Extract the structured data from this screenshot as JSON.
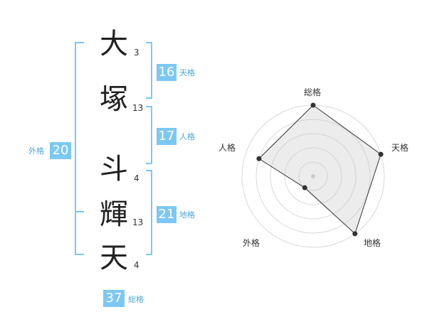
{
  "colors": {
    "accent": "#7cc8f4",
    "label": "#4da6d9",
    "text": "#222222"
  },
  "name": {
    "characters": [
      {
        "char": "大",
        "strokes": "3"
      },
      {
        "char": "塚",
        "strokes": "13"
      },
      {
        "char": "斗",
        "strokes": "4"
      },
      {
        "char": "輝",
        "strokes": "13"
      },
      {
        "char": "天",
        "strokes": "4"
      }
    ]
  },
  "fortunes": {
    "tenkaku": {
      "value": "16",
      "label": "天格"
    },
    "jinkaku": {
      "value": "17",
      "label": "人格"
    },
    "chikaku": {
      "value": "21",
      "label": "地格"
    },
    "gaikaku": {
      "value": "20",
      "label": "外格"
    },
    "soukaku": {
      "value": "37",
      "label": "総格"
    }
  },
  "radar": {
    "axes": [
      "総格",
      "天格",
      "地格",
      "外格",
      "人格"
    ],
    "levels": 5,
    "values": [
      5,
      5,
      5,
      1,
      4
    ],
    "max": 5
  }
}
